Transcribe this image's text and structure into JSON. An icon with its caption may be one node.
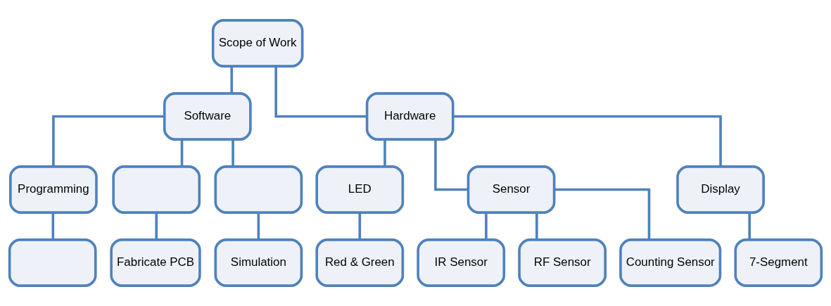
{
  "diagram": {
    "nodes": [
      {
        "text": [
          "Scope of Work"
        ]
      },
      {
        "text": [
          "Software"
        ]
      },
      {
        "text": [
          "Hardware"
        ]
      },
      {
        "text": [
          "Programming"
        ]
      },
      {
        "text": [],
        "shape": "box"
      },
      {
        "text": [],
        "shape": "box"
      },
      {
        "text": [
          "LED"
        ]
      },
      {
        "text": [
          "Sensor"
        ]
      },
      {
        "text": [
          "Display"
        ]
      },
      {
        "text": [],
        "shape": "box"
      },
      {
        "text": [
          "Fabricate PCB"
        ]
      },
      {
        "text": [
          "Simulation"
        ]
      },
      {
        "text": [
          "Red & Green"
        ]
      },
      {
        "text": [
          "IR Sensor"
        ]
      },
      {
        "text": [
          "RF Sensor"
        ]
      },
      {
        "text": [
          "Counting Sensor"
        ]
      },
      {
        "text": [
          "7-Segment"
        ]
      }
    ],
    "edges": [
      {
        "from": 0,
        "to": 1,
        "arrow": "none"
      },
      {
        "from": 0,
        "to": 2,
        "arrow": "none"
      },
      {
        "from": 1,
        "to": 3,
        "arrow": "none"
      },
      {
        "from": 1,
        "to": 4,
        "arrow": "none"
      },
      {
        "from": 1,
        "to": 5,
        "arrow": "none"
      },
      {
        "from": 2,
        "to": 6,
        "arrow": "none"
      },
      {
        "from": 2,
        "to": 7,
        "arrow": "none"
      },
      {
        "from": 2,
        "to": 8,
        "arrow": "none"
      },
      {
        "from": 3,
        "to": 9,
        "arrow": "none"
      },
      {
        "from": 4,
        "to": 10,
        "arrow": "none"
      },
      {
        "from": 5,
        "to": 11,
        "arrow": "none"
      },
      {
        "from": 6,
        "to": 12,
        "arrow": "none"
      },
      {
        "from": 7,
        "to": 13,
        "arrow": "none"
      },
      {
        "from": 7,
        "to": 14,
        "arrow": "none"
      },
      {
        "from": 7,
        "to": 15,
        "arrow": "none"
      },
      {
        "from": 8,
        "to": 16,
        "arrow": "none"
      }
    ]
  }
}
